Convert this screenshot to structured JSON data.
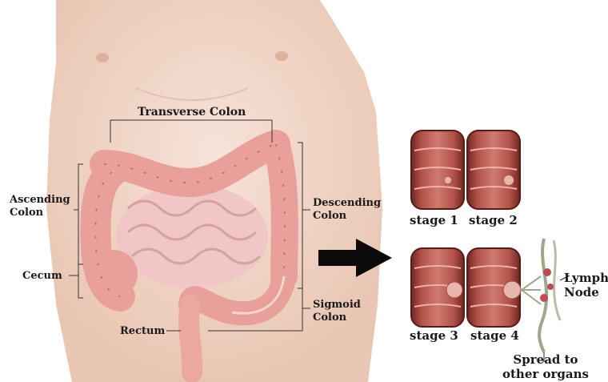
{
  "anatomy_labels": {
    "transverse_colon": "Transverse Colon",
    "ascending_colon": "Ascending\nColon",
    "cecum": "Cecum",
    "rectum": "Rectum",
    "descending_colon": "Descending\nColon",
    "sigmoid_colon": "Sigmoid\nColon"
  },
  "stage_labels": {
    "stage1": "stage 1",
    "stage2": "stage 2",
    "stage3": "stage 3",
    "stage4": "stage 4"
  },
  "other_labels": {
    "lymph_node": "Lymph\nNode",
    "spread": "Spread to\nother organs"
  },
  "colors": {
    "skin": "#f1d8ca",
    "colon": "#e9a09a",
    "colon_dark": "#c9706c",
    "stage_segment": "#a8423a",
    "tumor": "#e7b7ad",
    "arrow": "#0a0a0a"
  }
}
